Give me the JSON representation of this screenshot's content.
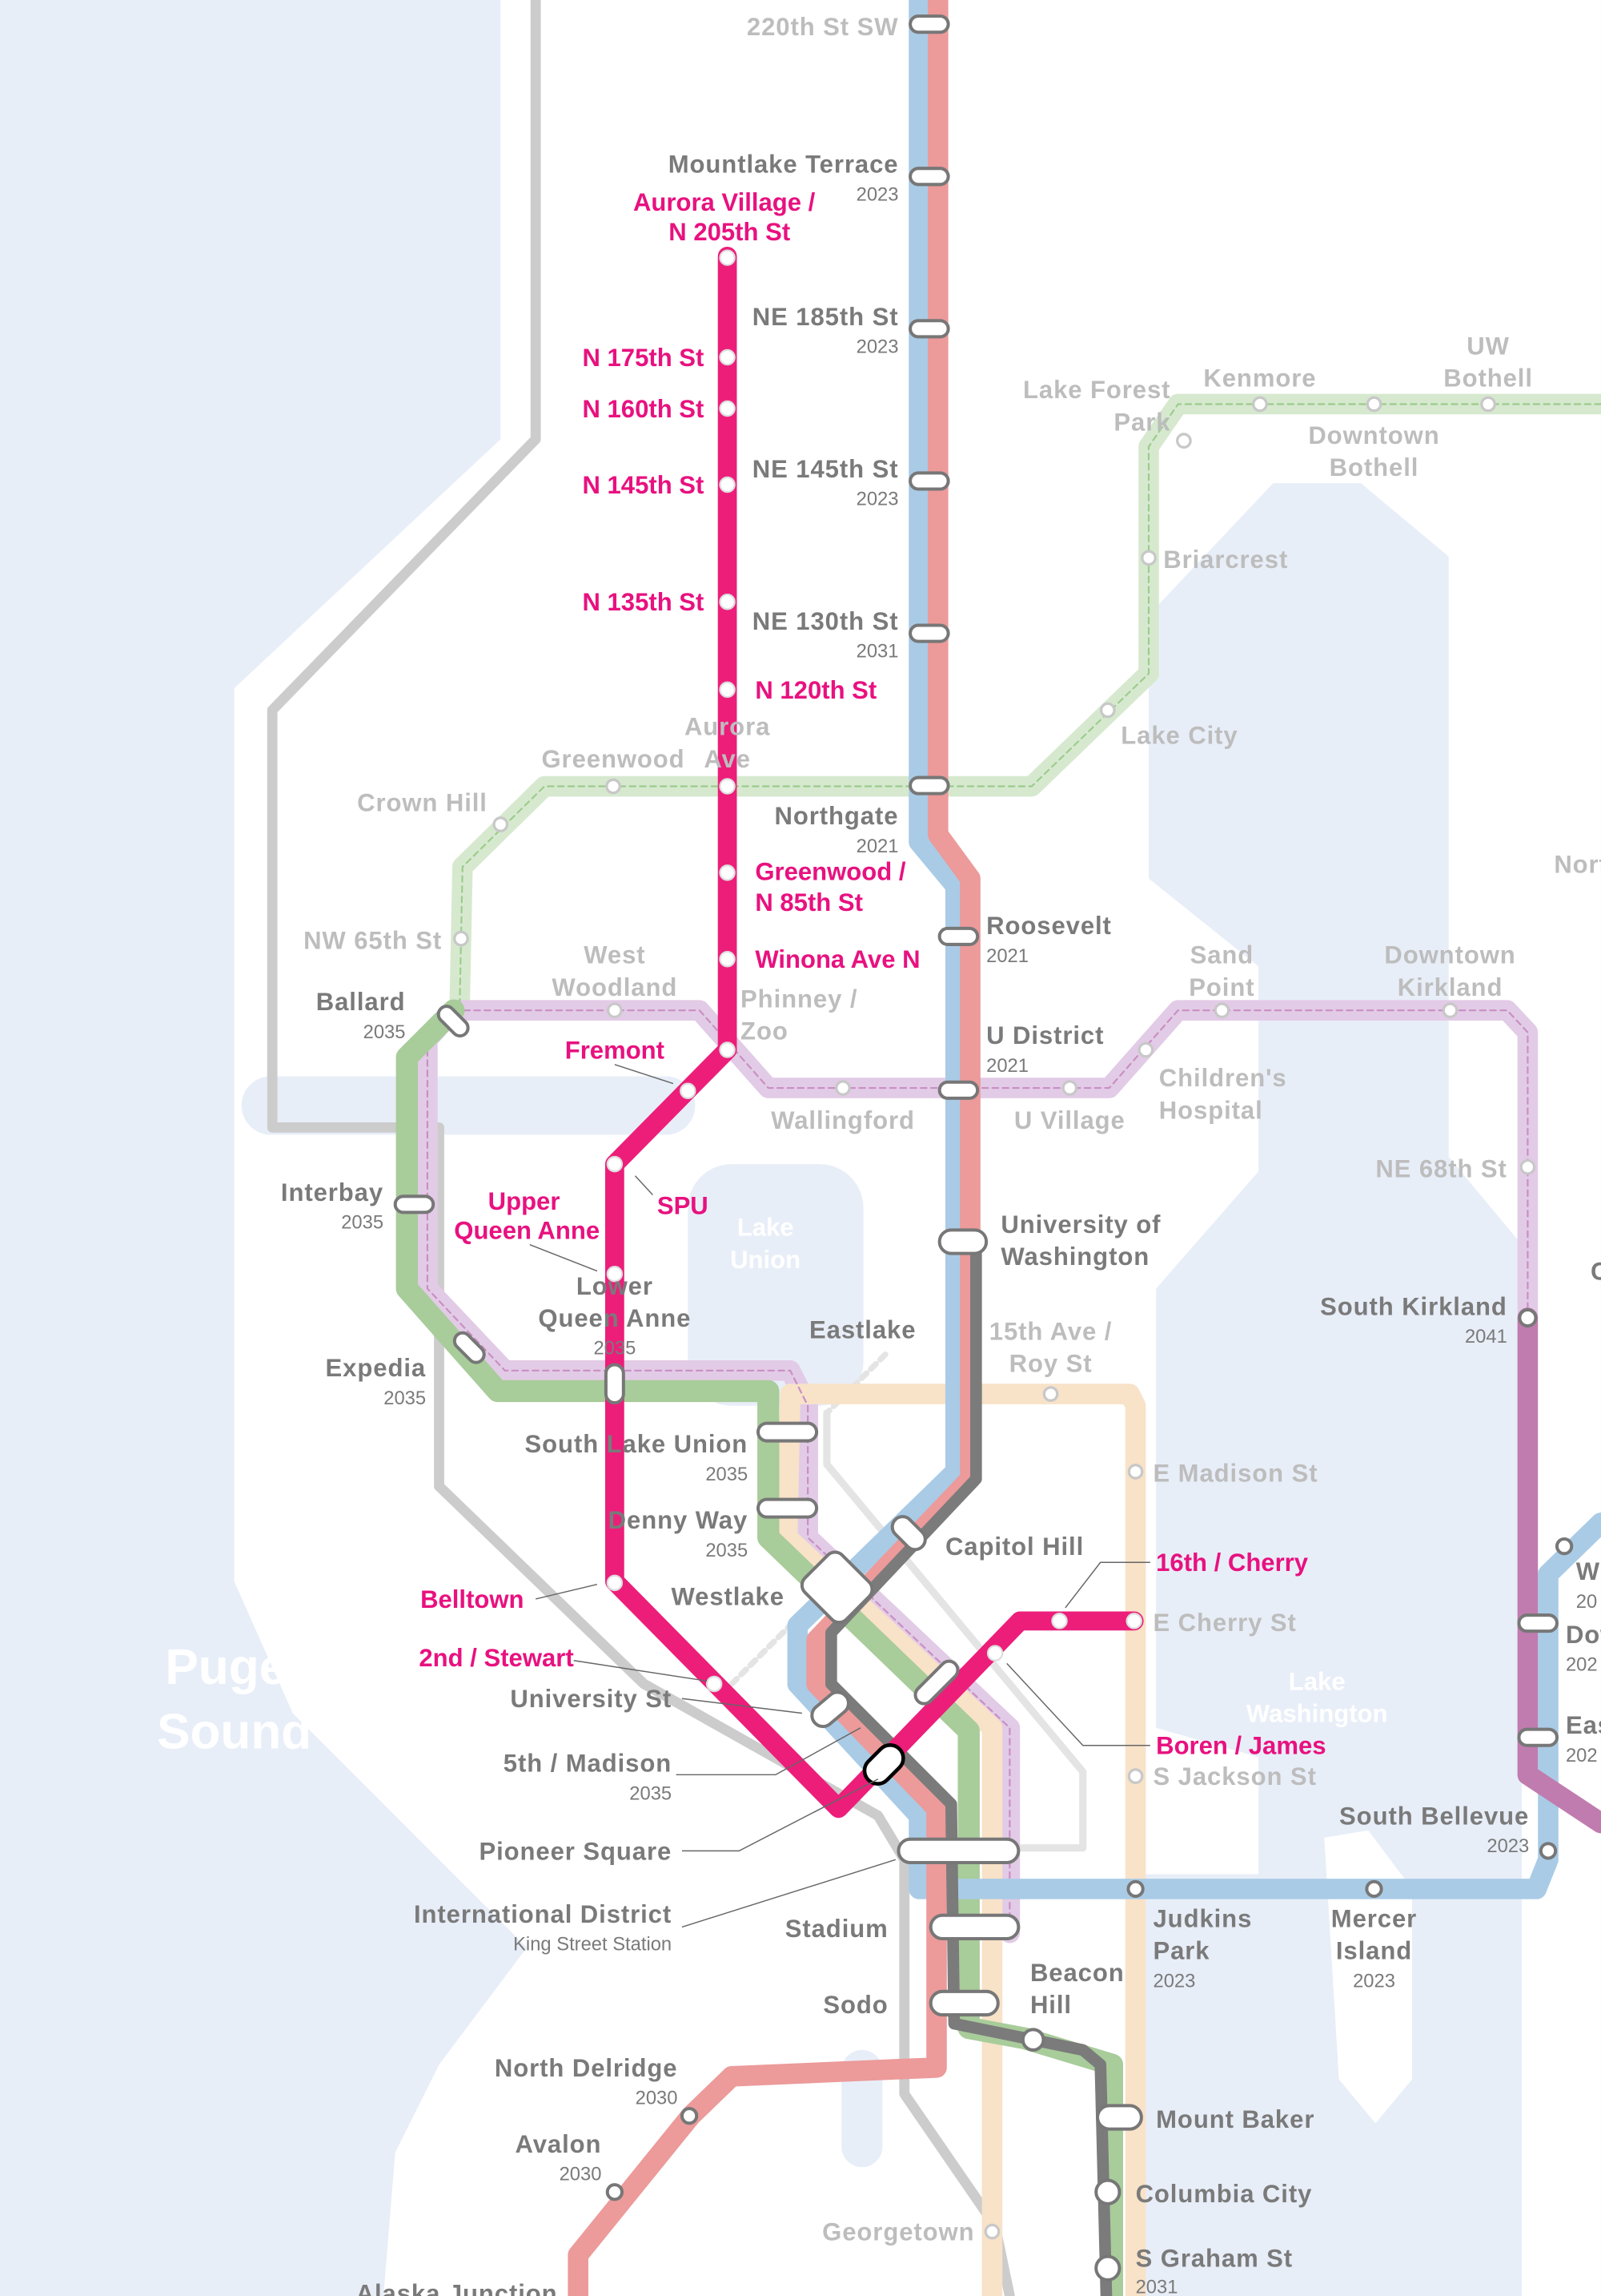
{
  "colors": {
    "water": "#e8eef8",
    "land": "#ffffff",
    "line_blue": "#a9cbe6",
    "line_red": "#ec9a9a",
    "line_grey": "#7b7b7b",
    "line_green": "#a8cc9a",
    "line_green_future": "#d6e9cf",
    "line_orange_future": "#f8e2c8",
    "line_purple_future": "#e2cbe6",
    "line_purple": "#c07caf",
    "line_magenta": "#ec1e7a",
    "rail": "#cccccc"
  },
  "water_labels": {
    "puget": [
      "Puget",
      "Sound"
    ],
    "lake_union": [
      "Lake",
      "Union"
    ],
    "lake_washington": [
      "Lake",
      "Washington"
    ]
  },
  "stations": {
    "s220": "220th St SW",
    "mountlake": [
      "Mountlake Terrace",
      "2023"
    ],
    "ne185": [
      "NE 185th St",
      "2023"
    ],
    "ne145": [
      "NE 145th St",
      "2023"
    ],
    "ne130": [
      "NE 130th St",
      "2031"
    ],
    "northgate": [
      "Northgate",
      "2021"
    ],
    "roosevelt": [
      "Roosevelt",
      "2021"
    ],
    "udistrict": [
      "U District",
      "2021"
    ],
    "uw": [
      "University of",
      "Washington"
    ],
    "capitol_hill": "Capitol Hill",
    "westlake": "Westlake",
    "university_st": "University St",
    "fifth_madison": [
      "5th / Madison",
      "2035"
    ],
    "pioneer_square": "Pioneer Square",
    "intl_district": [
      "International District",
      "King Street Station"
    ],
    "stadium": "Stadium",
    "sodo": "Sodo",
    "beacon_hill": [
      "Beacon",
      "Hill"
    ],
    "judkins_park": [
      "Judkins",
      "Park",
      "2023"
    ],
    "mercer_island": [
      "Mercer",
      "Island",
      "2023"
    ],
    "mount_baker": "Mount Baker",
    "columbia_city": "Columbia City",
    "s_graham": [
      "S Graham St",
      "2031"
    ],
    "north_delridge": [
      "North Delridge",
      "2030"
    ],
    "avalon": [
      "Avalon",
      "2030"
    ],
    "alaska_junction": "Alaska Junction",
    "ballard": [
      "Ballard",
      "2035"
    ],
    "interbay": [
      "Interbay",
      "2035"
    ],
    "expedia": [
      "Expedia",
      "2035"
    ],
    "lower_queen_anne": [
      "Lower",
      "Queen Anne",
      "2035"
    ],
    "south_lake_union": [
      "South Lake Union",
      "2035"
    ],
    "denny_way": [
      "Denny Way",
      "2035"
    ],
    "eastlake": "Eastlake",
    "south_kirkland": [
      "South Kirkland",
      "2041"
    ],
    "south_bellevue": [
      "South Bellevue",
      "2023"
    ],
    "edge_w": [
      "W",
      "20"
    ],
    "edge_dow": [
      "Dow",
      "202"
    ],
    "edge_eas": [
      "Eas",
      "202"
    ],
    "edge_nort": "Nort",
    "edge_c": "C"
  },
  "future_stations": {
    "lake_forest_park": [
      "Lake Forest",
      "Park"
    ],
    "kenmore": "Kenmore",
    "uw_bothell": [
      "UW",
      "Bothell"
    ],
    "downtown_bothell": [
      "Downtown",
      "Bothell"
    ],
    "briarcrest": "Briarcrest",
    "lake_city": "Lake City",
    "greenwood": "Greenwood",
    "aurora_ave": [
      "Aurora",
      "Ave"
    ],
    "crown_hill": "Crown Hill",
    "nw65": "NW 65th St",
    "west_woodland": [
      "West",
      "Woodland"
    ],
    "phinney_zoo": [
      "Phinney /",
      "Zoo"
    ],
    "wallingford": "Wallingford",
    "u_village": "U Village",
    "sand_point": [
      "Sand",
      "Point"
    ],
    "downtown_kirkland": [
      "Downtown",
      "Kirkland"
    ],
    "childrens_hospital": [
      "Children's",
      "Hospital"
    ],
    "ne68": "NE 68th St",
    "fifteenth_roy": [
      "15th Ave /",
      "Roy St"
    ],
    "e_madison": "E Madison St",
    "e_cherry": "E Cherry St",
    "s_jackson": "S Jackson St",
    "georgetown": "Georgetown"
  },
  "magenta_stations": {
    "aurora_village": [
      "Aurora Village /",
      "N 205th St"
    ],
    "n175": "N 175th St",
    "n160": "N 160th St",
    "n145": "N 145th St",
    "n135": "N 135th St",
    "n120": "N 120th St",
    "greenwood_n85": [
      "Greenwood /",
      "N 85th St"
    ],
    "winona": "Winona Ave N",
    "fremont": "Fremont",
    "spu": "SPU",
    "upper_queen_anne": [
      "Upper",
      "Queen Anne"
    ],
    "belltown": "Belltown",
    "second_stewart": "2nd / Stewart",
    "sixteenth_cherry": "16th / Cherry",
    "boren_james": "Boren / James"
  }
}
